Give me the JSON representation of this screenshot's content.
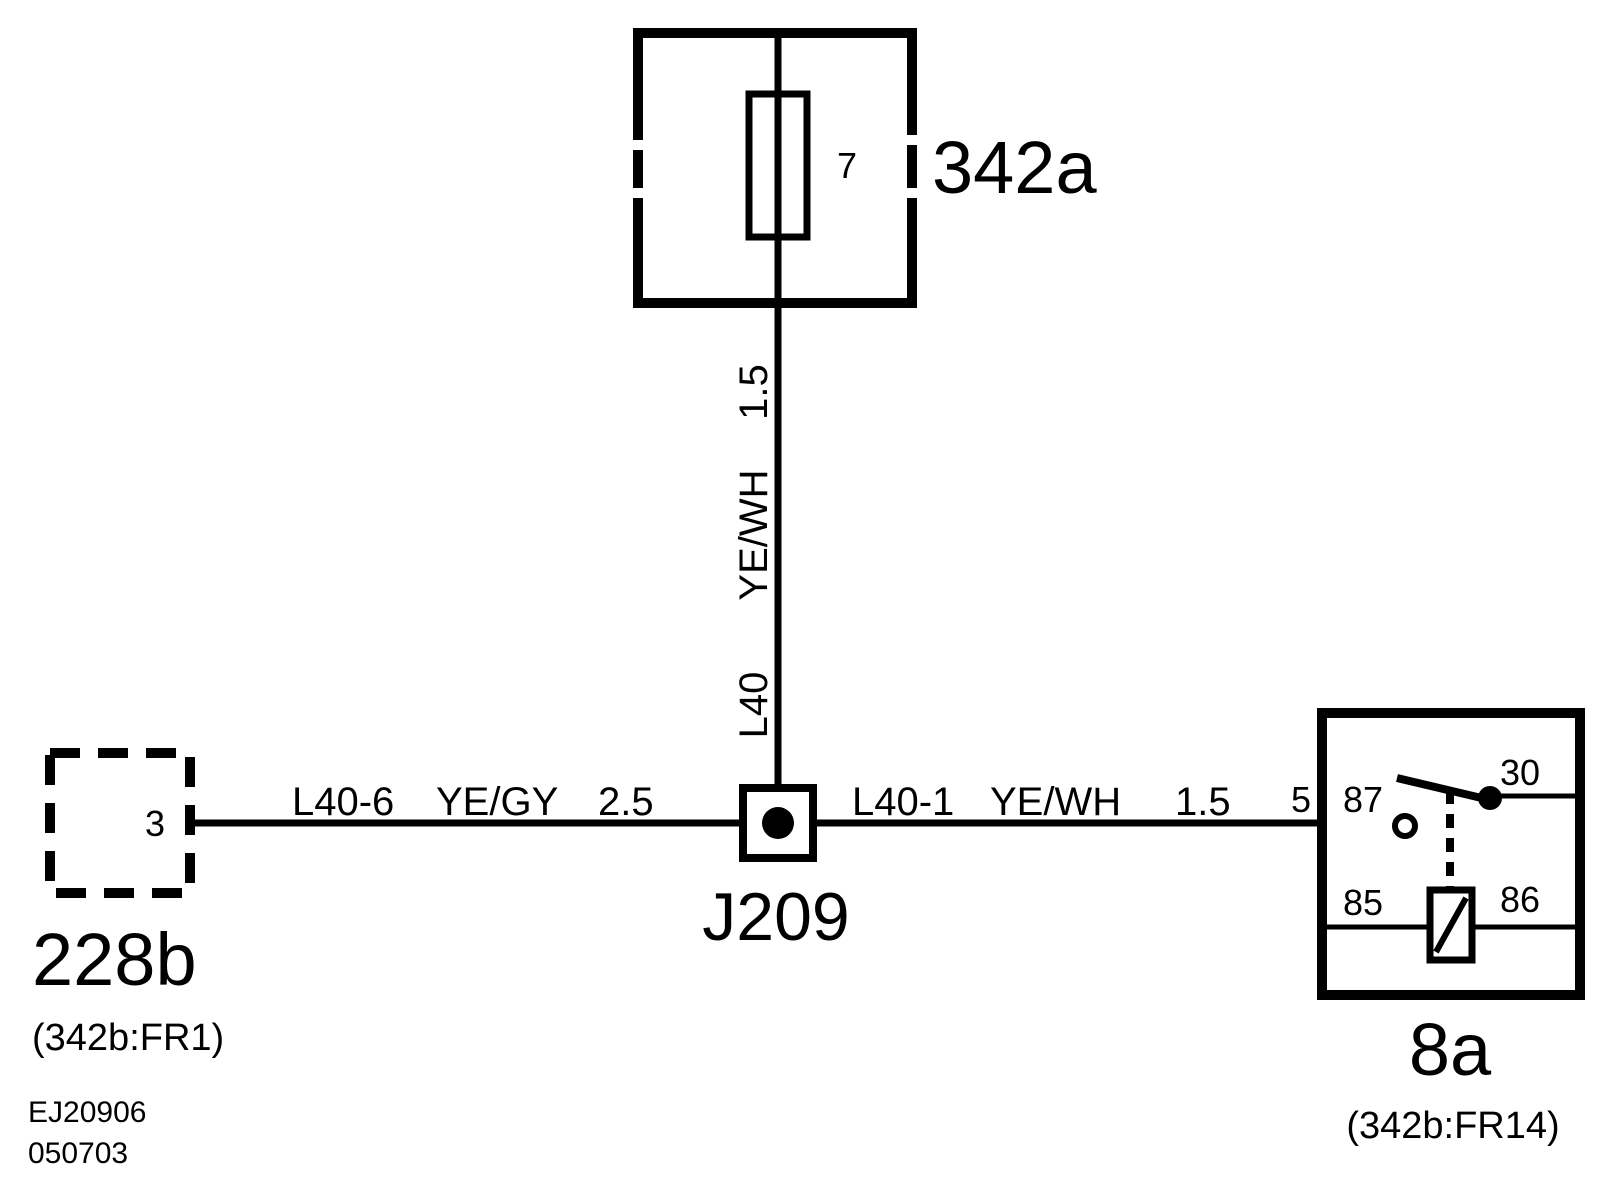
{
  "fuse_box": {
    "id": "342a",
    "fuse_number": "7"
  },
  "wires": {
    "vertical": {
      "circuit": "L40",
      "color": "YE/WH",
      "size": "1.5"
    },
    "left": {
      "circuit": "L40-6",
      "color": "YE/GY",
      "size": "2.5"
    },
    "right": {
      "circuit": "L40-1",
      "color": "YE/WH",
      "size": "1.5"
    }
  },
  "splice": {
    "id": "J209"
  },
  "connector_left": {
    "id": "228b",
    "pin": "3",
    "location": "(342b:FR1)"
  },
  "relay": {
    "id": "8a",
    "location": "(342b:FR14)",
    "socket_pin": "5",
    "terminals": {
      "t87": "87",
      "t30": "30",
      "t85": "85",
      "t86": "86"
    }
  },
  "drawing_codes": [
    "EJ20906",
    "050703"
  ]
}
